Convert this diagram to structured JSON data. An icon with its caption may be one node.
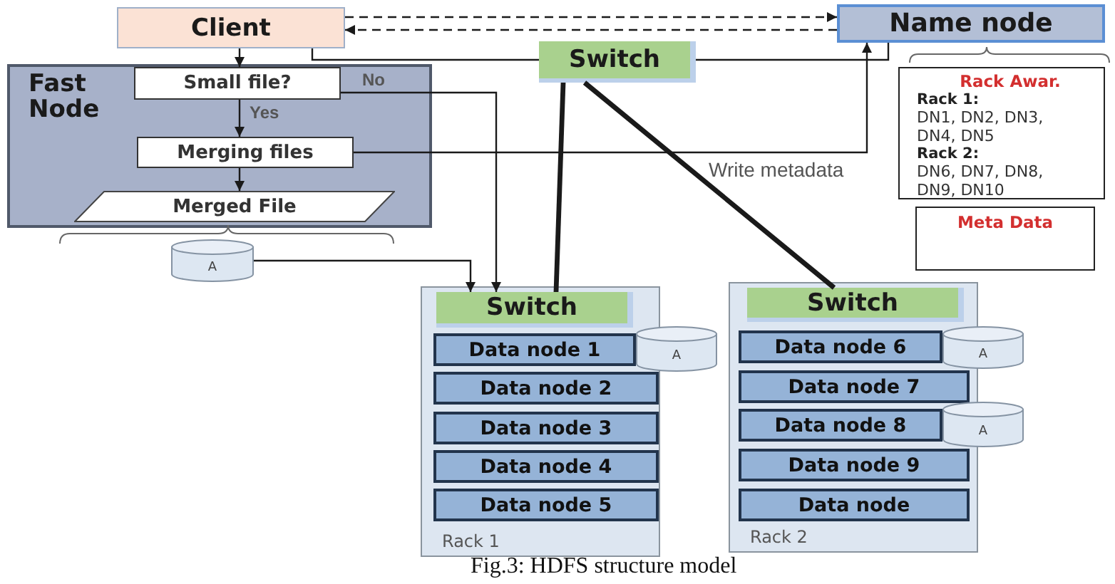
{
  "diagram": {
    "caption": "Fig.3: HDFS structure model",
    "nodes": [
      {
        "text": [
          "Client"
        ]
      },
      {
        "text": [
          "Name node"
        ]
      },
      {
        "text": [
          "Switch"
        ]
      },
      {
        "text": [
          "Fast Node"
        ]
      },
      {
        "text": [
          "Small file?"
        ],
        "in": 3
      },
      {
        "text": [
          "Merging files"
        ],
        "in": 3
      },
      {
        "text": [
          "Merged File"
        ],
        "in": 3
      },
      {
        "text": [
          "Rack Awar.",
          "Rack 1:",
          "DN1, DN2, DN3, DN4, DN5",
          "Rack 2:",
          "DN6, DN7, DN8, DN9, DN10"
        ]
      },
      {
        "text": [
          "Meta Data"
        ]
      },
      {
        "text": [
          "A"
        ]
      },
      {
        "text": [
          "Rack 1"
        ]
      },
      {
        "text": [
          "Switch"
        ],
        "in": 10
      },
      {
        "text": [
          "Data node 1"
        ],
        "in": 10
      },
      {
        "text": [
          "Data node 2"
        ],
        "in": 10
      },
      {
        "text": [
          "Data node 3"
        ],
        "in": 10
      },
      {
        "text": [
          "Data node 4"
        ],
        "in": 10
      },
      {
        "text": [
          "Data node 5"
        ],
        "in": 10
      },
      {
        "text": [
          "A"
        ]
      },
      {
        "text": [
          "Rack 2"
        ]
      },
      {
        "text": [
          "Switch"
        ],
        "in": 18
      },
      {
        "text": [
          "Data node 6"
        ],
        "in": 18
      },
      {
        "text": [
          "Data node 7"
        ],
        "in": 18
      },
      {
        "text": [
          "Data node 8"
        ],
        "in": 18
      },
      {
        "text": [
          "Data node 9"
        ],
        "in": 18
      },
      {
        "text": [
          "Data node"
        ],
        "in": 18
      },
      {
        "text": [
          "A"
        ]
      },
      {
        "text": [
          "A"
        ]
      }
    ],
    "edges": [
      {
        "from": 0,
        "to": 1,
        "arrow": "to",
        "style": "dashed"
      },
      {
        "from": 1,
        "to": 0,
        "arrow": "to",
        "style": "dashed"
      },
      {
        "from": 0,
        "to": 2,
        "arrow": "none"
      },
      {
        "from": 2,
        "to": 1,
        "arrow": "none"
      },
      {
        "from": 0,
        "to": 4,
        "arrow": "to"
      },
      {
        "from": 4,
        "to": 5,
        "arrow": "to",
        "label": "Yes"
      },
      {
        "from": 4,
        "to": 11,
        "arrow": "to",
        "label": "No"
      },
      {
        "from": 5,
        "to": 1,
        "arrow": "to",
        "label": "Write metadata"
      },
      {
        "from": 5,
        "to": 6,
        "arrow": "to"
      },
      {
        "from": 9,
        "to": 11,
        "arrow": "to"
      },
      {
        "from": 2,
        "to": 11,
        "arrow": "none",
        "style": "thick"
      },
      {
        "from": 2,
        "to": 19,
        "arrow": "none",
        "style": "thick"
      }
    ]
  }
}
